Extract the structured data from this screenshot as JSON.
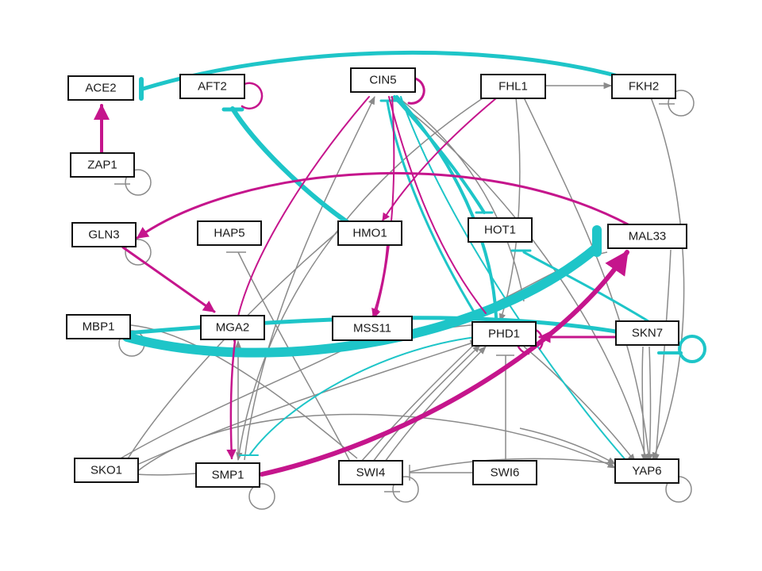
{
  "diagram": {
    "type": "gene-regulatory-network",
    "colors": {
      "activation": "#C5158C",
      "repression": "#1EC5C8",
      "neutral": "#8A8A8A",
      "node_border": "#111111"
    },
    "nodes": [
      {
        "id": "ACE2",
        "label": "ACE2"
      },
      {
        "id": "AFT2",
        "label": "AFT2"
      },
      {
        "id": "CIN5",
        "label": "CIN5"
      },
      {
        "id": "FHL1",
        "label": "FHL1"
      },
      {
        "id": "FKH2",
        "label": "FKH2"
      },
      {
        "id": "ZAP1",
        "label": "ZAP1"
      },
      {
        "id": "GLN3",
        "label": "GLN3"
      },
      {
        "id": "HAP5",
        "label": "HAP5"
      },
      {
        "id": "HMO1",
        "label": "HMO1"
      },
      {
        "id": "HOT1",
        "label": "HOT1"
      },
      {
        "id": "MAL33",
        "label": "MAL33"
      },
      {
        "id": "MBP1",
        "label": "MBP1"
      },
      {
        "id": "MGA2",
        "label": "MGA2"
      },
      {
        "id": "MSS11",
        "label": "MSS11"
      },
      {
        "id": "PHD1",
        "label": "PHD1"
      },
      {
        "id": "SKN7",
        "label": "SKN7"
      },
      {
        "id": "SKO1",
        "label": "SKO1"
      },
      {
        "id": "SMP1",
        "label": "SMP1"
      },
      {
        "id": "SWI4",
        "label": "SWI4"
      },
      {
        "id": "SWI6",
        "label": "SWI6"
      },
      {
        "id": "YAP6",
        "label": "YAP6"
      }
    ],
    "edges": [
      {
        "source": "FKH2",
        "target": "ACE2",
        "type": "repression",
        "weight": 3
      },
      {
        "source": "ZAP1",
        "target": "ACE2",
        "type": "activation",
        "weight": 3
      },
      {
        "source": "AFT2",
        "target": "AFT2",
        "type": "activation",
        "weight": 2
      },
      {
        "source": "HMO1",
        "target": "AFT2",
        "type": "repression",
        "weight": 4
      },
      {
        "source": "CIN5",
        "target": "CIN5",
        "type": "activation",
        "weight": 2
      },
      {
        "source": "FHL1",
        "target": "FKH2",
        "type": "neutral",
        "weight": 1
      },
      {
        "source": "FKH2",
        "target": "FKH2",
        "type": "neutral-repression",
        "weight": 1
      },
      {
        "source": "ZAP1",
        "target": "ZAP1",
        "type": "neutral-repression",
        "weight": 1
      },
      {
        "source": "MAL33",
        "target": "GLN3",
        "type": "activation",
        "weight": 2
      },
      {
        "source": "GLN3",
        "target": "GLN3",
        "type": "neutral",
        "weight": 1
      },
      {
        "source": "GLN3",
        "target": "MGA2",
        "type": "activation",
        "weight": 3
      },
      {
        "source": "FHL1",
        "target": "HMO1",
        "type": "activation",
        "weight": 2
      },
      {
        "source": "CIN5",
        "target": "MSS11",
        "type": "activation",
        "weight": 2
      },
      {
        "source": "CIN5",
        "target": "HOT1",
        "type": "repression",
        "weight": 3
      },
      {
        "source": "CIN5",
        "target": "PHD1",
        "type": "activation",
        "weight": 2
      },
      {
        "source": "CIN5",
        "target": "YAP6",
        "type": "repression",
        "weight": 2
      },
      {
        "source": "CIN5",
        "target": "SMP1",
        "type": "activation",
        "weight": 2
      },
      {
        "source": "PHD1",
        "target": "CIN5",
        "type": "repression",
        "weight": 3
      },
      {
        "source": "MBP1",
        "target": "MAL33",
        "type": "repression",
        "weight": 7
      },
      {
        "source": "SKN7",
        "target": "HOT1",
        "type": "repression",
        "weight": 3
      },
      {
        "source": "SKN7",
        "target": "PHD1",
        "type": "activation",
        "weight": 2
      },
      {
        "source": "SKN7",
        "target": "MBP1",
        "type": "repression",
        "weight": 3
      },
      {
        "source": "SKN7",
        "target": "SKN7",
        "type": "repression",
        "weight": 3
      },
      {
        "source": "PHD1",
        "target": "PHD1",
        "type": "activation",
        "weight": 2
      },
      {
        "source": "SMP1",
        "target": "MAL33",
        "type": "activation",
        "weight": 5
      },
      {
        "source": "PHD1",
        "target": "SMP1",
        "type": "repression",
        "weight": 2
      },
      {
        "source": "MGA2",
        "target": "SMP1",
        "type": "activation",
        "weight": 2
      },
      {
        "source": "MBP1",
        "target": "MBP1",
        "type": "neutral",
        "weight": 1
      },
      {
        "source": "SMP1",
        "target": "SMP1",
        "type": "neutral",
        "weight": 1
      },
      {
        "source": "SWI4",
        "target": "SWI4",
        "type": "neutral-repression",
        "weight": 1
      },
      {
        "source": "YAP6",
        "target": "YAP6",
        "type": "neutral",
        "weight": 1
      },
      {
        "source": "SWI6",
        "target": "SWI4",
        "type": "neutral-repression",
        "weight": 1
      },
      {
        "source": "SWI6",
        "target": "PHD1",
        "type": "neutral-repression",
        "weight": 1
      },
      {
        "source": "YAP6",
        "target": "SWI4",
        "type": "neutral-repression",
        "weight": 1
      }
    ]
  }
}
